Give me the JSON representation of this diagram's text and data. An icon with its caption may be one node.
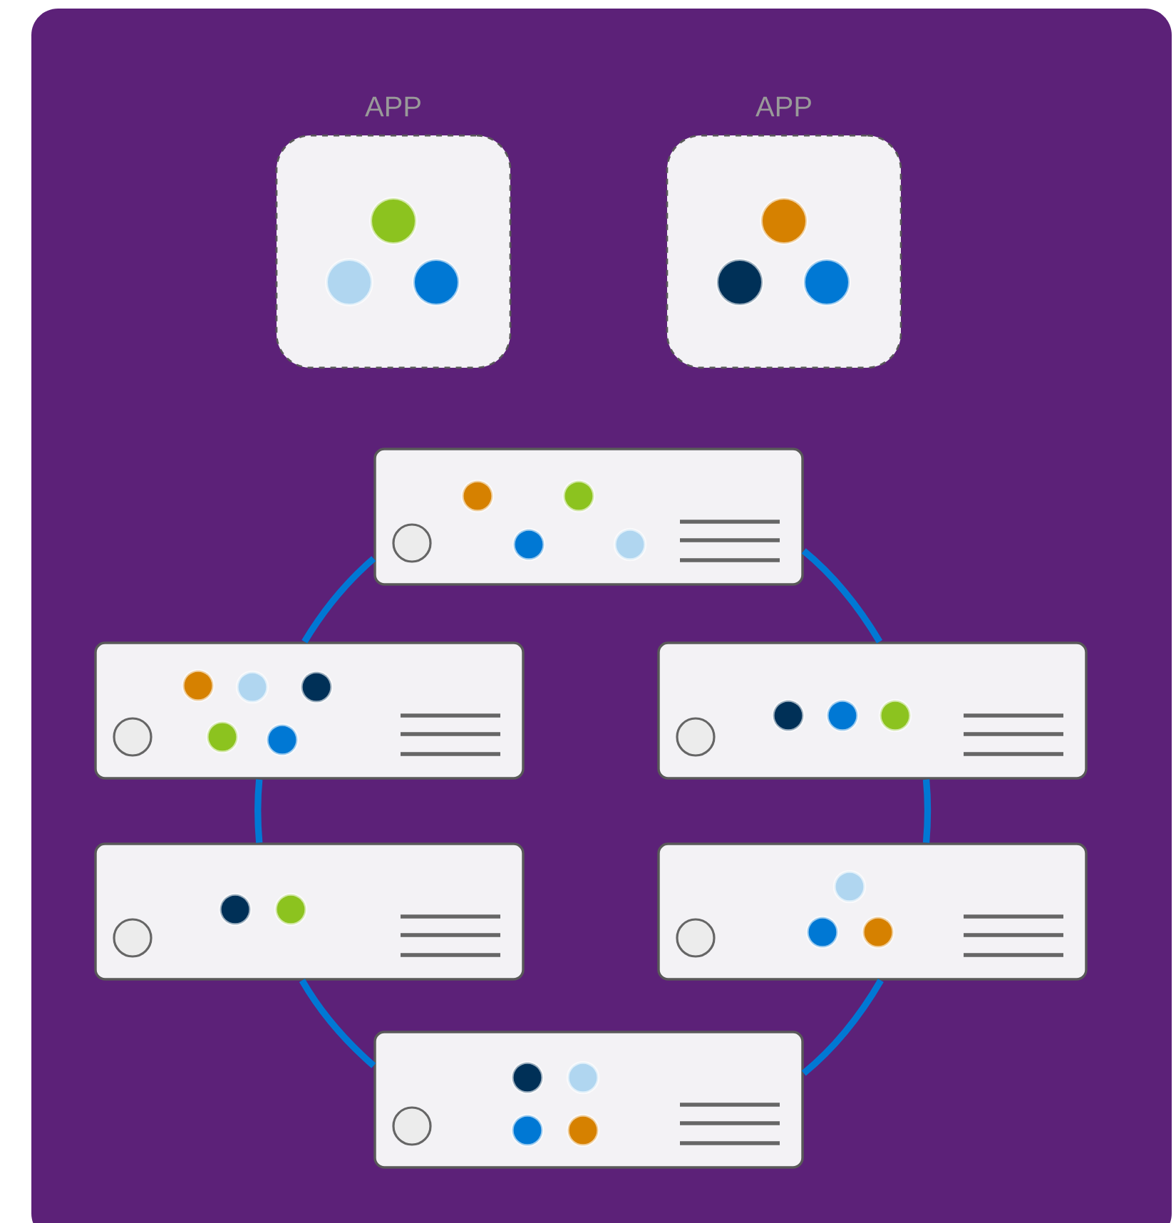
{
  "diagram": {
    "nodes": [
      {
        "text": [
          "APP"
        ]
      },
      {
        "text": [
          "APP"
        ]
      },
      {
        "text": [],
        "shape": "box"
      },
      {
        "text": [],
        "shape": "box"
      },
      {
        "text": [],
        "shape": "box"
      },
      {
        "text": [],
        "shape": "box"
      },
      {
        "text": [],
        "shape": "box"
      },
      {
        "text": [],
        "shape": "box"
      }
    ],
    "edges": [
      {
        "from": 2,
        "to": 4,
        "arrow": "none"
      },
      {
        "from": 4,
        "to": 6,
        "arrow": "none"
      },
      {
        "from": 6,
        "to": 7,
        "arrow": "none"
      },
      {
        "from": 7,
        "to": 5,
        "arrow": "none"
      },
      {
        "from": 5,
        "to": 3,
        "arrow": "none"
      },
      {
        "from": 3,
        "to": 2,
        "arrow": "none"
      }
    ]
  }
}
